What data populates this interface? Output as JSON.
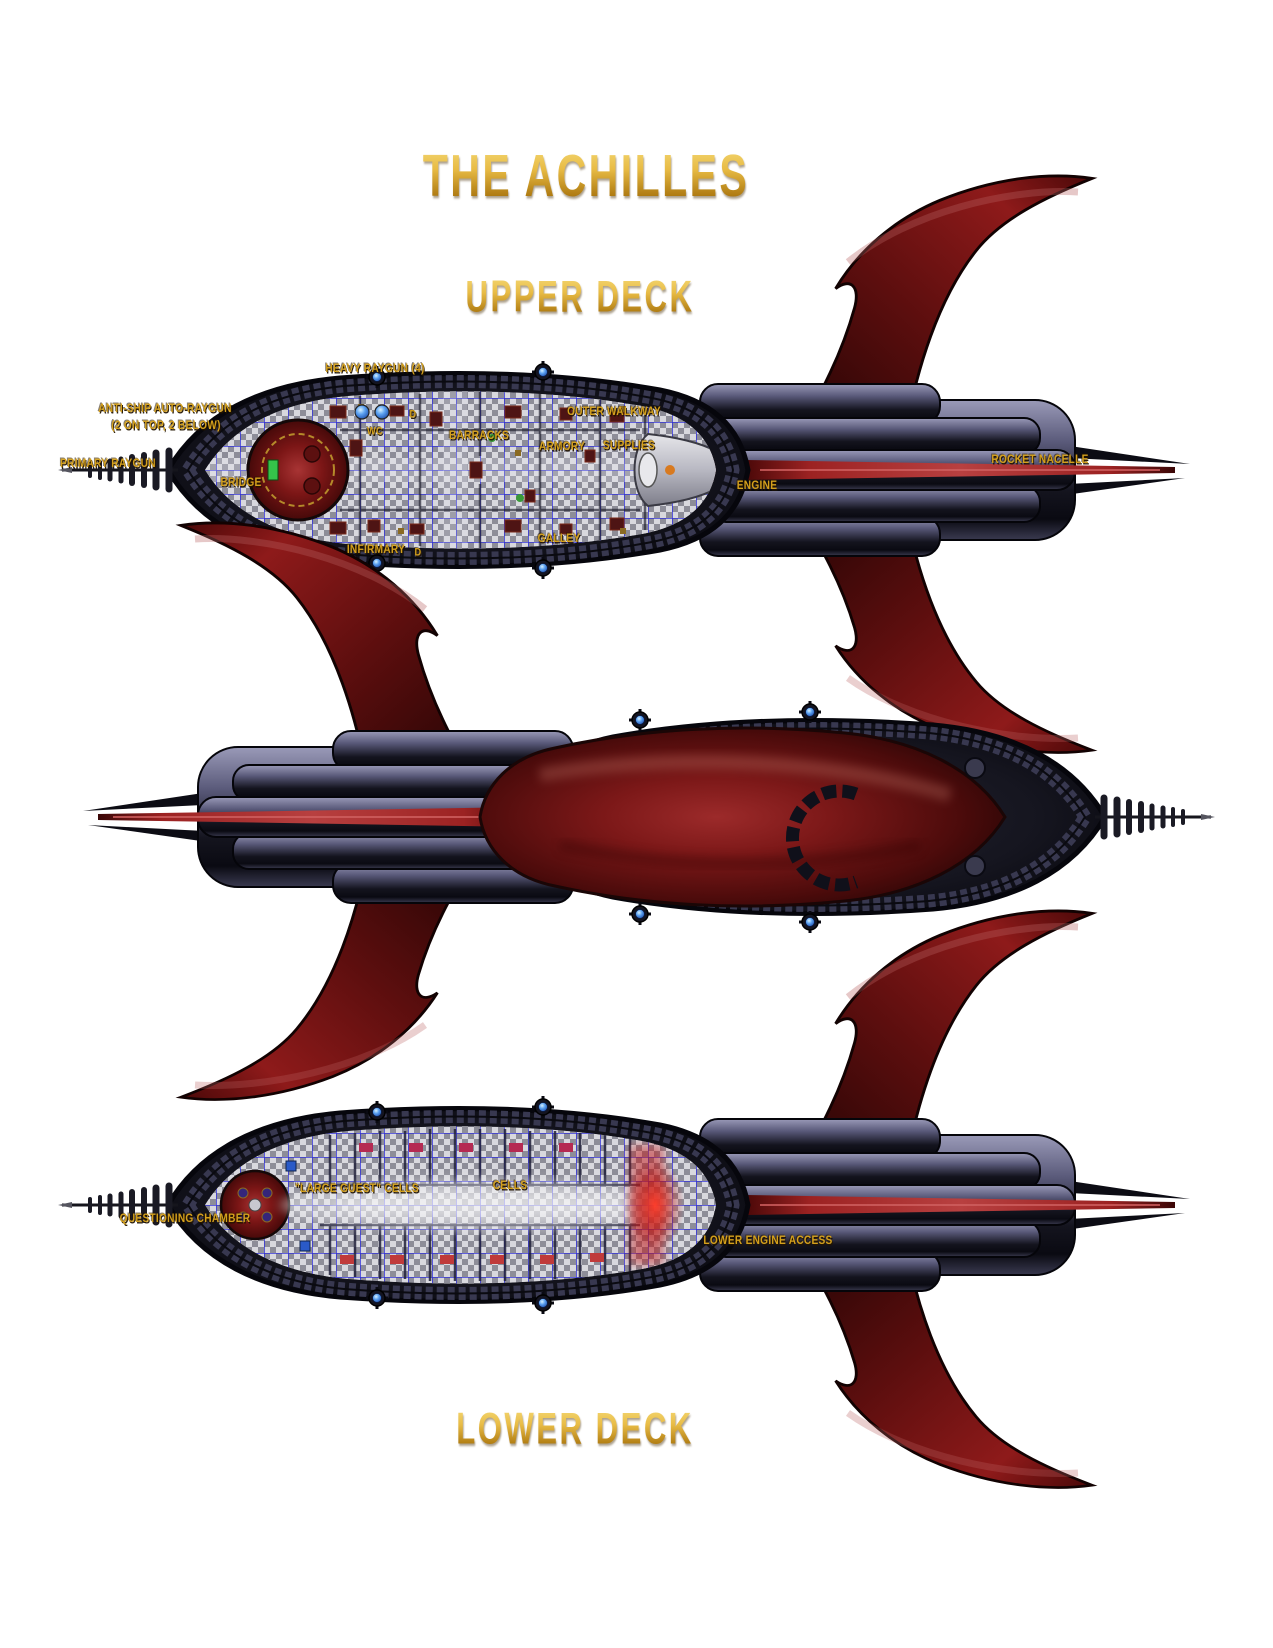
{
  "title": "THE ACHILLES",
  "sections": {
    "upper_deck": {
      "heading": "UPPER DECK",
      "labels": {
        "heavy_raygun": "HEAVY RAYGUN (4)",
        "anti_ship_line1": "ANTI-SHIP AUTO-RAYGUN",
        "anti_ship_line2": "(2 ON TOP, 2 BELOW)",
        "primary_raygun": "PRIMARY RAYGUN",
        "bridge": "BRIDGE",
        "wc": "WC",
        "door_marker_1": "D",
        "barracks": "BARRACKS",
        "armory": "ARMORY",
        "supplies": "SUPPLIES",
        "outer_walkway": "OUTER WALKWAY",
        "engine": "ENGINE",
        "rocket_nacelle": "ROCKET NACELLE",
        "infirmary": "INFIRMARY",
        "door_marker_2": "D",
        "galley": "GALLEY"
      }
    },
    "lower_deck": {
      "heading": "LOWER DECK",
      "labels": {
        "questioning_chamber": "QUESTIONING CHAMBER",
        "large_guest_cells": "\"LARGE GUEST\" CELLS",
        "cells": "CELLS",
        "lower_engine_access": "LOWER ENGINE ACCESS"
      }
    }
  },
  "colors": {
    "background": "#ffffff",
    "label_gold": "#d4a01c",
    "title_gold_light": "#f6dd7d",
    "title_gold_dark": "#8a5a08",
    "hull_dark": "#14141f",
    "hull_highlight": "#9a9ab8",
    "fin_red": "#7c1414",
    "fin_red_dark": "#1e0303",
    "deck_red": "#8e1c1c",
    "engine_stripe_red": "#b84040",
    "floor_grid_blue": "#2828dc",
    "floor_light": "#d8d8de",
    "floor_dark": "#8d8d98",
    "turret_dome_blue": "#5aa0f0"
  }
}
